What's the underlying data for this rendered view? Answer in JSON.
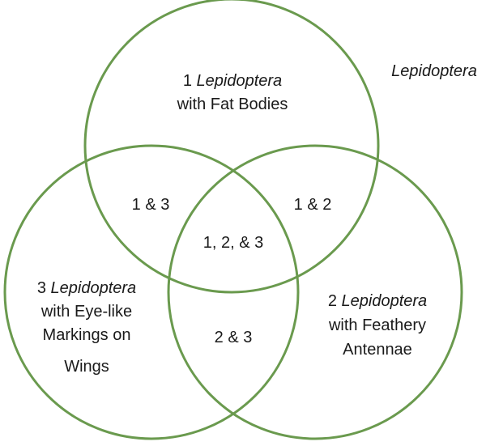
{
  "diagram": {
    "universe_label": "Lepidoptera",
    "stroke_color": "#6a9a4e",
    "sets": [
      {
        "number": "1",
        "name": "Lepidoptera",
        "lines": [
          "with Fat Bodies"
        ]
      },
      {
        "number": "2",
        "name": "Lepidoptera",
        "lines": [
          "with Feathery",
          "Antennae"
        ]
      },
      {
        "number": "3",
        "name": "Lepidoptera",
        "lines": [
          "with Eye-like",
          "Markings on",
          "Wings"
        ]
      }
    ],
    "regions": {
      "r13": "1 & 3",
      "r12": "1 & 2",
      "r123": "1, 2, & 3",
      "r23": "2 & 3"
    }
  }
}
